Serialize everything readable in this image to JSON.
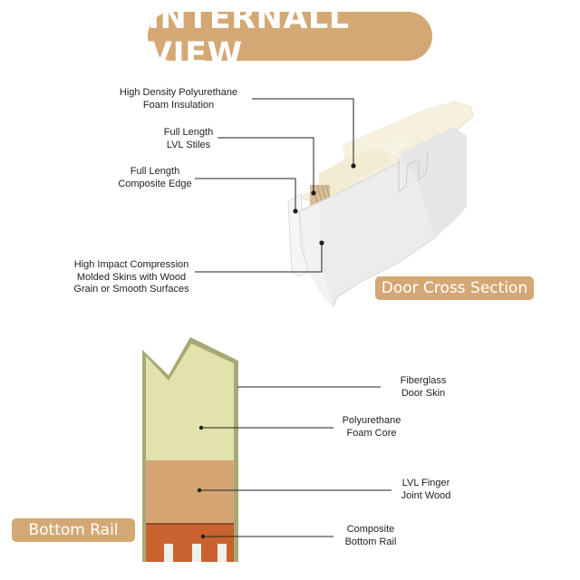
{
  "title": "INTERNALL VIEW",
  "tags": {
    "door_cross_section": "Door Cross Section",
    "bottom_rail": "Bottom Rail"
  },
  "upper_labels": {
    "foam_insulation": [
      "High Density Polyurethane",
      "Foam Insulation"
    ],
    "lvl_stiles": [
      "Full Length",
      "LVL Stiles"
    ],
    "composite_edge": [
      "Full Length",
      "Composite Edge"
    ],
    "molded_skins": [
      "High Impact Compression",
      "Molded Skins with Wood",
      "Grain or Smooth Surfaces"
    ]
  },
  "lower_labels": {
    "fiberglass_skin": [
      "Fiberglass",
      "Door Skin"
    ],
    "foam_core": [
      "Polyurethane",
      "Foam Core"
    ],
    "lvl_finger": [
      "LVL Finger",
      "Joint Wood"
    ],
    "composite_rail": [
      "Composite",
      "Bottom Rail"
    ]
  },
  "colors": {
    "accent": "#d4a874",
    "foam": "#e2e2ad",
    "lvl_wood": "#d6a574",
    "composite_rail": "#c9622e",
    "skin_edge": "#a8a877",
    "door_white": "#ececec"
  }
}
